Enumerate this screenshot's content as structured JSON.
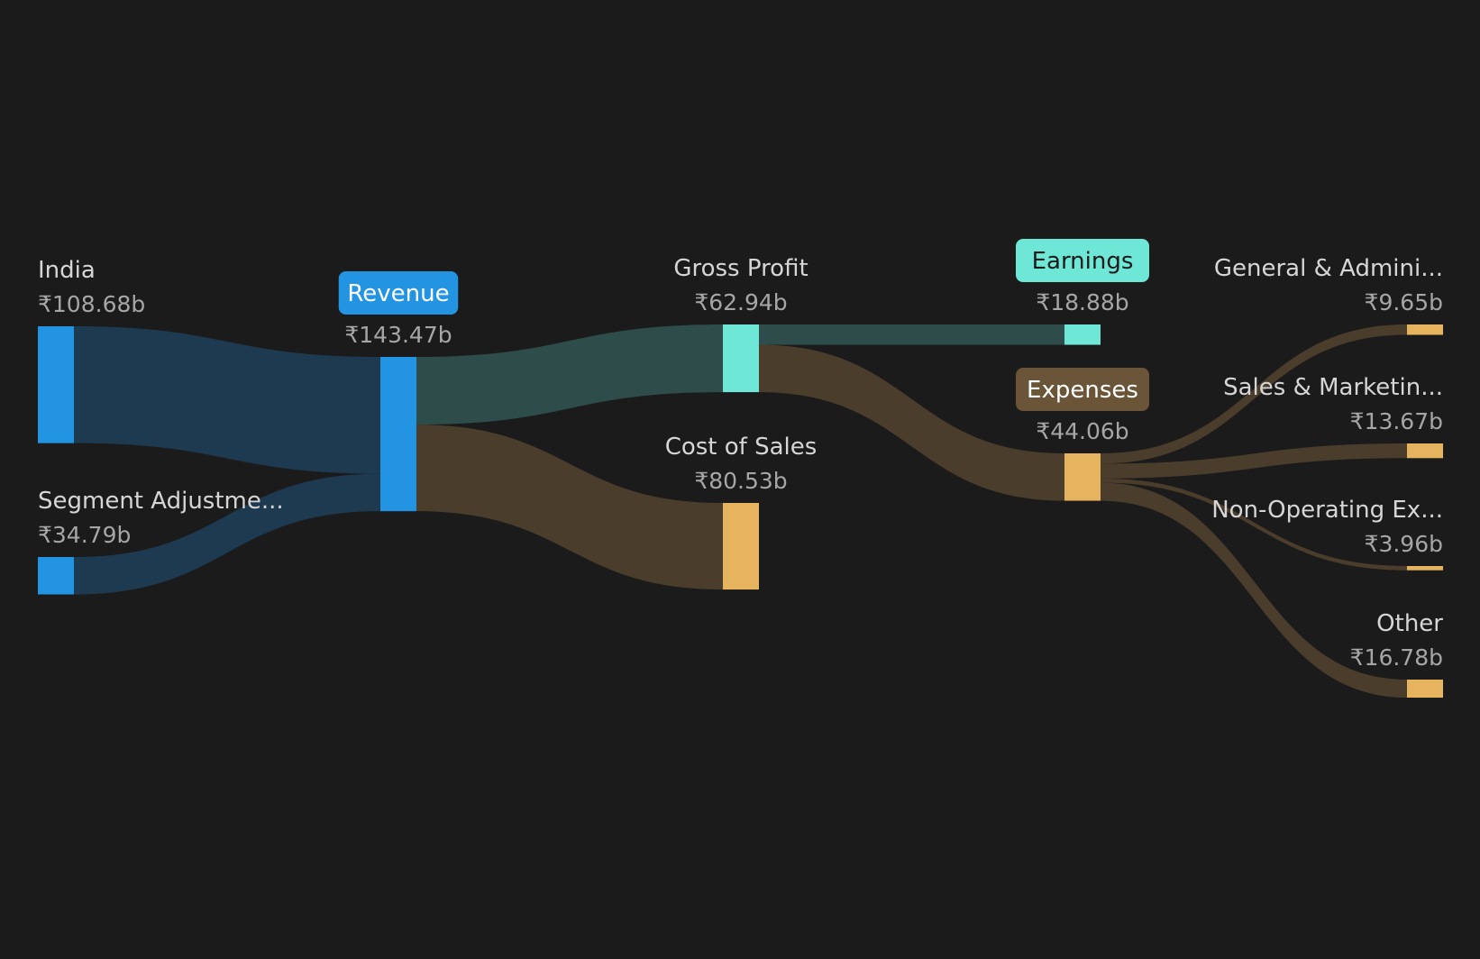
{
  "chart_data": {
    "type": "sankey",
    "currency": "₹",
    "unit": "b",
    "nodes": [
      {
        "id": "india",
        "label": "India",
        "value": 108.68,
        "value_label": "₹108.68b",
        "color": "#2394e2",
        "style": "plain"
      },
      {
        "id": "segment",
        "label": "Segment Adjustme...",
        "value": 34.79,
        "value_label": "₹34.79b",
        "color": "#2394e2",
        "style": "plain"
      },
      {
        "id": "revenue",
        "label": "Revenue",
        "value": 143.47,
        "value_label": "₹143.47b",
        "color": "#2394e2",
        "style": "badge"
      },
      {
        "id": "gross_profit",
        "label": "Gross Profit",
        "value": 62.94,
        "value_label": "₹62.94b",
        "color": "#6ee7d6",
        "style": "plain"
      },
      {
        "id": "cost_of_sales",
        "label": "Cost of Sales",
        "value": 80.53,
        "value_label": "₹80.53b",
        "color": "#e6b35f",
        "style": "plain"
      },
      {
        "id": "earnings",
        "label": "Earnings",
        "value": 18.88,
        "value_label": "₹18.88b",
        "color": "#6ee7d6",
        "style": "badge"
      },
      {
        "id": "expenses",
        "label": "Expenses",
        "value": 44.06,
        "value_label": "₹44.06b",
        "color": "#e6b35f",
        "style": "badge"
      },
      {
        "id": "ga",
        "label": "General & Admini...",
        "value": 9.65,
        "value_label": "₹9.65b",
        "color": "#e6b35f",
        "style": "plain"
      },
      {
        "id": "sm",
        "label": "Sales & Marketin...",
        "value": 13.67,
        "value_label": "₹13.67b",
        "color": "#e6b35f",
        "style": "plain"
      },
      {
        "id": "nonop",
        "label": "Non-Operating Ex...",
        "value": 3.96,
        "value_label": "₹3.96b",
        "color": "#e6b35f",
        "style": "plain"
      },
      {
        "id": "other",
        "label": "Other",
        "value": 16.78,
        "value_label": "₹16.78b",
        "color": "#e6b35f",
        "style": "plain"
      }
    ],
    "links": [
      {
        "source": "india",
        "target": "revenue",
        "value": 108.68,
        "color": "#1e3a50"
      },
      {
        "source": "segment",
        "target": "revenue",
        "value": 34.79,
        "color": "#1e3a50"
      },
      {
        "source": "revenue",
        "target": "gross_profit",
        "value": 62.94,
        "color": "#2e4d4a"
      },
      {
        "source": "revenue",
        "target": "cost_of_sales",
        "value": 80.53,
        "color": "#4a3d2c"
      },
      {
        "source": "gross_profit",
        "target": "earnings",
        "value": 18.88,
        "color": "#2e4d4a"
      },
      {
        "source": "gross_profit",
        "target": "expenses",
        "value": 44.06,
        "color": "#4a3d2c"
      },
      {
        "source": "expenses",
        "target": "ga",
        "value": 9.65,
        "color": "#4a3d2c"
      },
      {
        "source": "expenses",
        "target": "sm",
        "value": 13.67,
        "color": "#4a3d2c"
      },
      {
        "source": "expenses",
        "target": "nonop",
        "value": 3.96,
        "color": "#4a3d2c"
      },
      {
        "source": "expenses",
        "target": "other",
        "value": 16.78,
        "color": "#4a3d2c"
      }
    ],
    "badge_colors": {
      "revenue": "#2394e2",
      "earnings": "#6ee7d6",
      "expenses": "#6b5538"
    }
  }
}
